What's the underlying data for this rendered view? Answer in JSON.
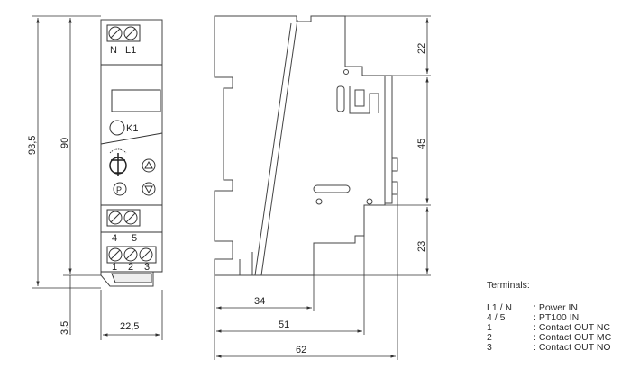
{
  "front_view": {
    "terminal_top_labels": [
      "N",
      "L1"
    ],
    "k1_label": "K1",
    "p_button_label": "P",
    "terminal_mid_labels": [
      "4",
      "5"
    ],
    "terminal_bottom_labels": [
      "1",
      "2",
      "3"
    ],
    "dimensions": {
      "total_height": "93,5",
      "body_height": "90",
      "rail_offset": "3,5",
      "width": "22,5"
    }
  },
  "side_view": {
    "dimensions": {
      "top_section": "22",
      "middle_section": "45",
      "bottom_section": "23",
      "front_depth": "34",
      "mid_depth": "51",
      "total_depth": "62"
    }
  },
  "terminals_legend": {
    "title": "Terminals:",
    "rows": [
      {
        "code": "L1 / N",
        "desc": ": Power IN"
      },
      {
        "code": "4 / 5",
        "desc": ": PT100 IN"
      },
      {
        "code": "1",
        "desc": ": Contact OUT NC"
      },
      {
        "code": "2",
        "desc": ": Contact OUT MC"
      },
      {
        "code": "3",
        "desc": ": Contact OUT NO"
      }
    ]
  }
}
